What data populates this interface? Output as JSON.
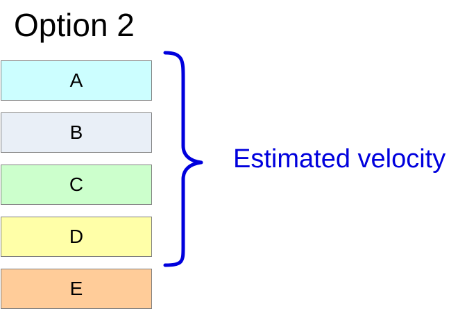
{
  "title": "Option 2",
  "blocks": [
    {
      "label": "A",
      "color": "#ccfeff"
    },
    {
      "label": "B",
      "color": "#e9eff7"
    },
    {
      "label": "C",
      "color": "#ccffcc"
    },
    {
      "label": "D",
      "color": "#ffffa8"
    },
    {
      "label": "E",
      "color": "#ffcc99"
    }
  ],
  "brace": {
    "label": "Estimated velocity",
    "color": "#0000dd",
    "spans_blocks": [
      "A",
      "B",
      "C",
      "D"
    ]
  }
}
